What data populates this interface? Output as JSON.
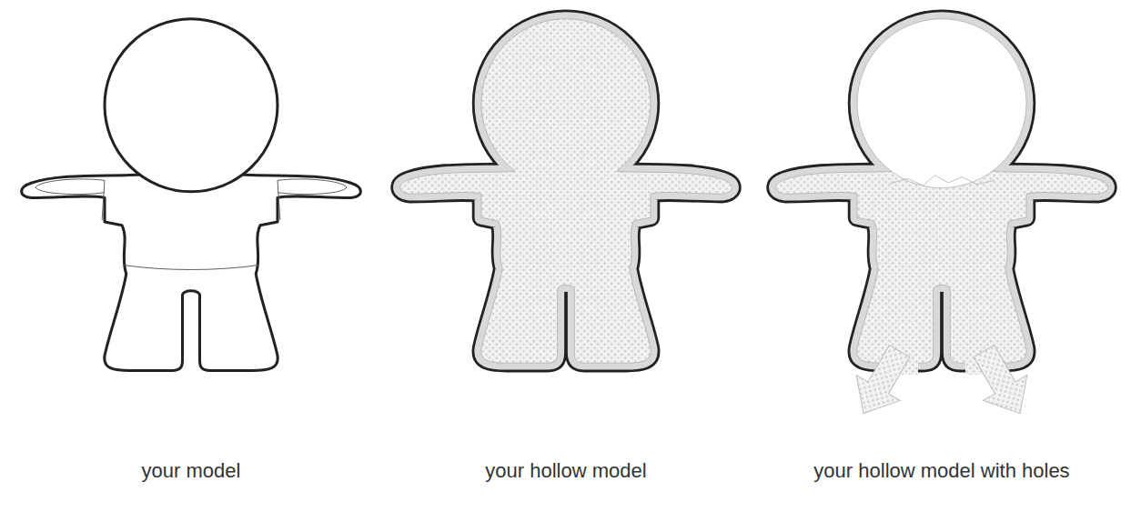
{
  "diagram": {
    "labels": [
      "your model",
      "your hollow model",
      "your hollow model with holes"
    ]
  }
}
